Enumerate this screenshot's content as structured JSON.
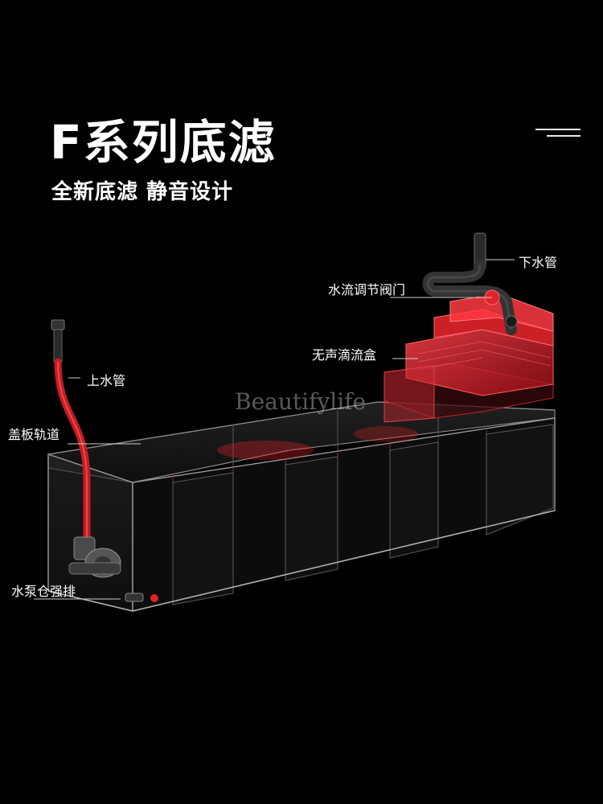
{
  "header": {
    "title": "F系列底滤",
    "subtitle": "全新底滤  静音设计"
  },
  "watermark": "Beautifylife",
  "callouts": {
    "outlet_pipe": "下水管",
    "flow_valve": "水流调节阀门",
    "drip_box": "无声滴流盒",
    "inlet_pipe": "上水管",
    "lid_track": "盖板轨道",
    "pump_drain": "水泵仓强排"
  },
  "colors": {
    "background": "#000000",
    "accent_red": "#e0232a",
    "acrylic_edge": "#8a8a8a",
    "text": "#ffffff"
  }
}
